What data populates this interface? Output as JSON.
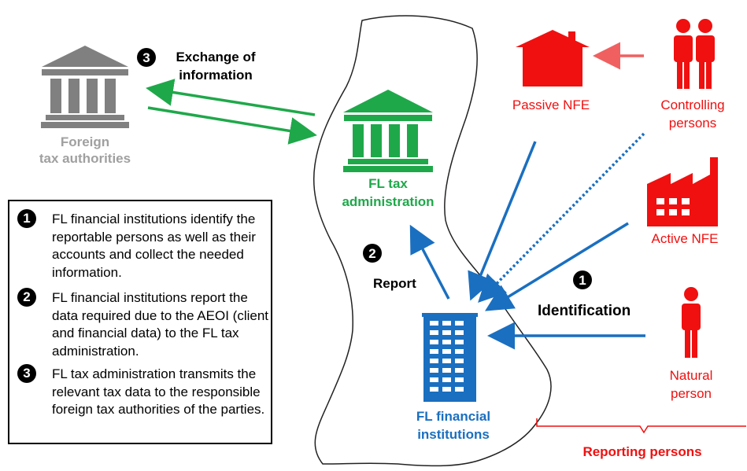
{
  "labels": {
    "exchange_line1": "Exchange of",
    "exchange_line2": "information",
    "foreign_line1": "Foreign",
    "foreign_line2": "tax authorities",
    "fl_tax_line1": "FL tax",
    "fl_tax_line2": "administration",
    "passive_nfe": "Passive NFE",
    "controlling_line1": "Controlling",
    "controlling_line2": "persons",
    "active_nfe": "Active NFE",
    "report": "Report",
    "identification": "Identification",
    "natural_line1": "Natural",
    "natural_line2": "person",
    "fl_fin_line1": "FL financial",
    "fl_fin_line2": "institutions",
    "reporting_persons": "Reporting persons"
  },
  "badges": {
    "one": "1",
    "two": "2",
    "three": "3"
  },
  "steps": [
    {
      "num": "1",
      "text": "FL financial institutions identify the reportable persons as well as their accounts and collect the needed information."
    },
    {
      "num": "2",
      "text": "FL financial institutions report the data required due to the AEOI (client and financial data) to the FL tax administration."
    },
    {
      "num": "3",
      "text": "FL tax administration transmits the relevant tax data to the responsible foreign tax authorities of the parties."
    }
  ],
  "colors": {
    "green": "#1fa84a",
    "blue": "#1a6fc0",
    "red": "#f01010",
    "gray": "#808080"
  },
  "icons": [
    "bank-building-icon",
    "house-icon",
    "people-icon",
    "factory-icon",
    "person-icon",
    "office-tower-icon"
  ]
}
